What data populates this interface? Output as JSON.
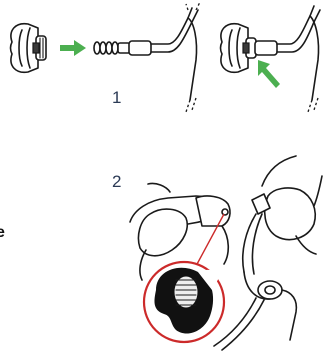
{
  "labels": {
    "step_1": "1",
    "step_2": "2",
    "edge_glyph": "e"
  },
  "colors": {
    "arrow": "#4caf50",
    "callout": "#cc2a2a",
    "ink": "#1a1a1a",
    "label": "#2b3a55"
  }
}
